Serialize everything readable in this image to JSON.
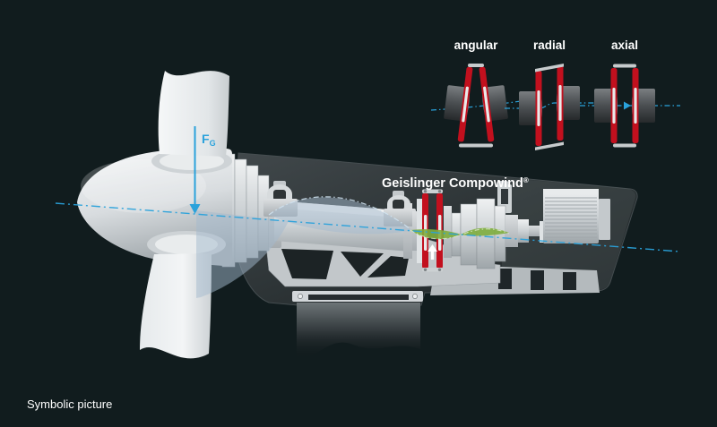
{
  "colors": {
    "background": "#111c1e",
    "accent_blue": "#2aa2db",
    "coupling_red": "#c2101e",
    "deflection_blue": "#a3b9ce",
    "deflection_green": "#7fae3e",
    "text_color": "#ffffff"
  },
  "annotations": {
    "gravity_force": {
      "symbol": "F",
      "subscript": "G"
    },
    "product_label": {
      "name": "Geislinger Compowind",
      "registered_mark": "®"
    },
    "footer_note": "Symbolic picture"
  },
  "misalignment_types": [
    {
      "label": "angular"
    },
    {
      "label": "radial"
    },
    {
      "label": "axial"
    }
  ]
}
